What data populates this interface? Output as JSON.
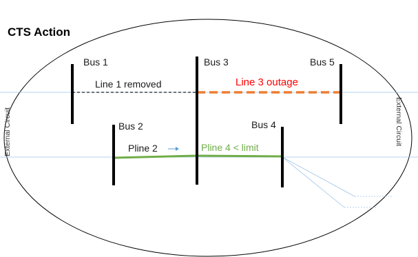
{
  "title": "CTS Action",
  "buses": {
    "bus1": "Bus 1",
    "bus2": "Bus 2",
    "bus3": "Bus 3",
    "bus4": "Bus 4",
    "bus5": "Bus 5"
  },
  "lines": {
    "line1_removed": "Line 1 removed",
    "line3_outage": "Line 3 outage",
    "pline2": "Pline 2",
    "pline4": "Pline 4 < limit"
  },
  "external": {
    "left": "External Circuit",
    "right": "External Circuit"
  },
  "colors": {
    "bus": "#000000",
    "removed_line": "#222222",
    "outage_line": "#ed7d31",
    "outage_text": "#ff0000",
    "active_line": "#70ad47",
    "active_text": "#70ad47",
    "external_line": "#9dc3e6",
    "arrow": "#5b9bd5"
  },
  "icons": {
    "flow_arrow": "right-arrow-icon"
  }
}
